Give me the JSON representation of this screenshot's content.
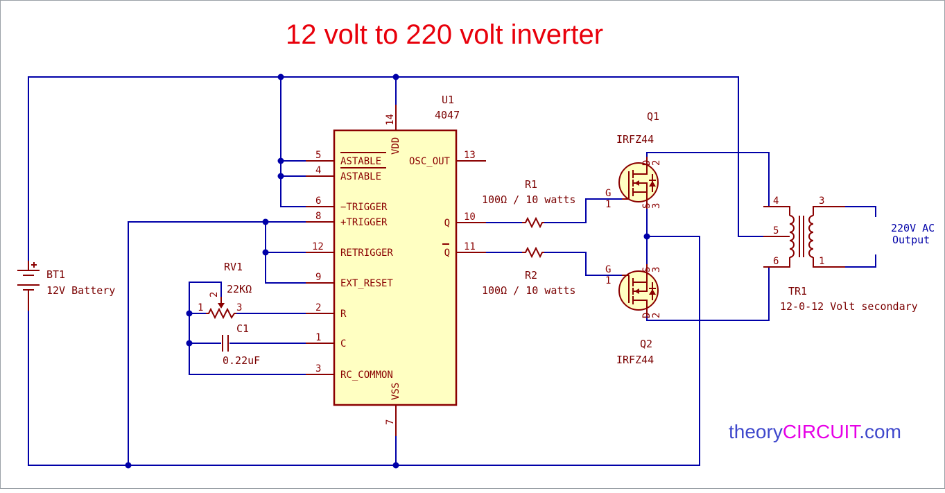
{
  "title": "12 volt to 220 volt inverter",
  "colors": {
    "wire": "#0000a8",
    "component": "#8a0000",
    "title": "#e8000b",
    "ic_fill": "#ffffc2",
    "brand_blue": "#3f48cc",
    "brand_magenta": "#e600e6"
  },
  "brand": {
    "part1": "theory",
    "part2": "CIRCUIT",
    "part3": ".com"
  },
  "u1": {
    "ref": "U1",
    "value": "4047",
    "pins_left": [
      {
        "num": "5",
        "name": "ASTABLE"
      },
      {
        "num": "4",
        "name": "ASTABLE"
      },
      {
        "num": "6",
        "name": "−TRIGGER"
      },
      {
        "num": "8",
        "name": "+TRIGGER"
      },
      {
        "num": "12",
        "name": "RETRIGGER"
      },
      {
        "num": "9",
        "name": "EXT_RESET"
      },
      {
        "num": "2",
        "name": "R"
      },
      {
        "num": "1",
        "name": "C"
      },
      {
        "num": "3",
        "name": "RC_COMMON"
      }
    ],
    "pins_right": [
      {
        "num": "13",
        "name": "OSC_OUT"
      },
      {
        "num": "10",
        "name": "Q"
      },
      {
        "num": "11",
        "name": "Q"
      }
    ],
    "pin_top": {
      "num": "14",
      "name": "VDD"
    },
    "pin_bottom": {
      "num": "7",
      "name": "VSS"
    }
  },
  "bt1": {
    "ref": "BT1",
    "value": "12V Battery"
  },
  "rv1": {
    "ref": "RV1",
    "value": "22KΩ",
    "pin1": "1",
    "pin2": "2",
    "pin3": "3"
  },
  "c1": {
    "ref": "C1",
    "value": "0.22uF"
  },
  "r1": {
    "ref": "R1",
    "value": "100Ω / 10 watts"
  },
  "r2": {
    "ref": "R2",
    "value": "100Ω / 10 watts"
  },
  "q1": {
    "ref": "Q1",
    "value": "IRFZ44",
    "g": "G",
    "d": "D",
    "s": "S",
    "p1": "1",
    "p2": "2",
    "p3": "3"
  },
  "q2": {
    "ref": "Q2",
    "value": "IRFZ44",
    "g": "G",
    "d": "D",
    "s": "S",
    "p1": "1",
    "p2": "2",
    "p3": "3"
  },
  "tr1": {
    "ref": "TR1",
    "value": "12-0-12 Volt secondary",
    "p4": "4",
    "p5": "5",
    "p6": "6",
    "p3": "3",
    "p1": "1"
  },
  "output": {
    "line1": "220V AC",
    "line2": "Output"
  }
}
